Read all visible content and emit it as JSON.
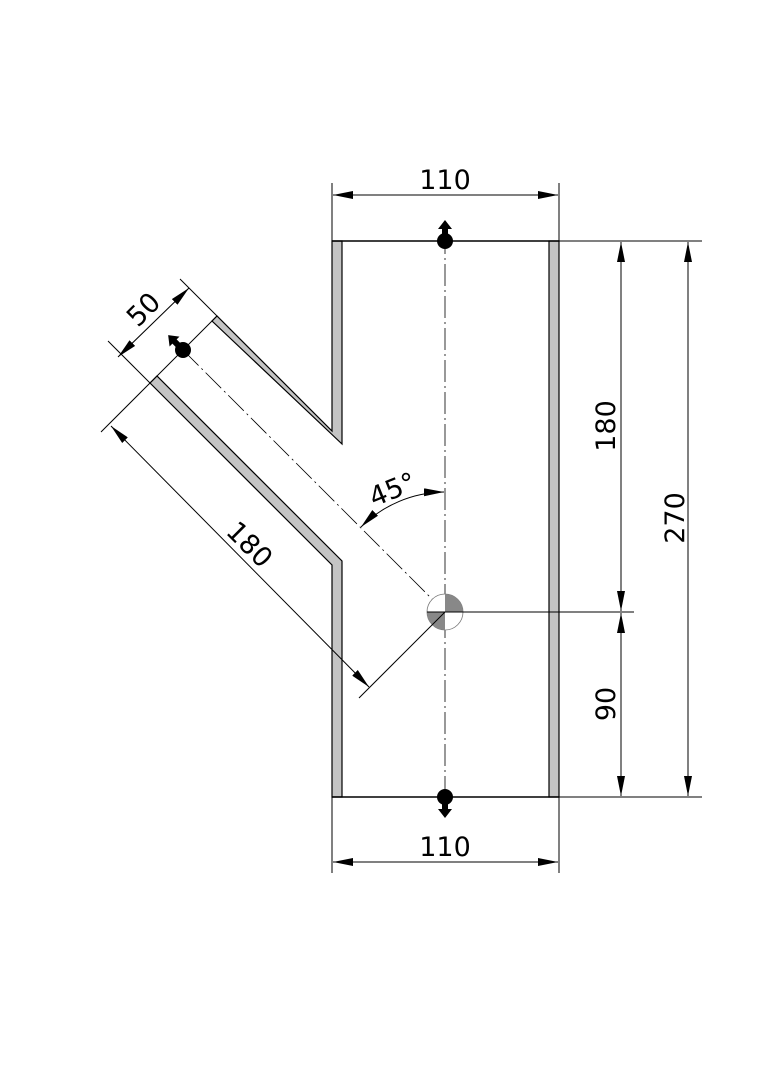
{
  "drawing": {
    "title": "45° branch pipe fitting",
    "dimensions": {
      "top_width": "110",
      "bottom_width": "110",
      "branch_diameter": "50",
      "branch_length": "180",
      "upper_height": "180",
      "lower_height": "90",
      "total_height": "270",
      "branch_angle": "45°"
    },
    "colors": {
      "wall_fill": "#c4c4c4",
      "line": "#000000"
    }
  }
}
